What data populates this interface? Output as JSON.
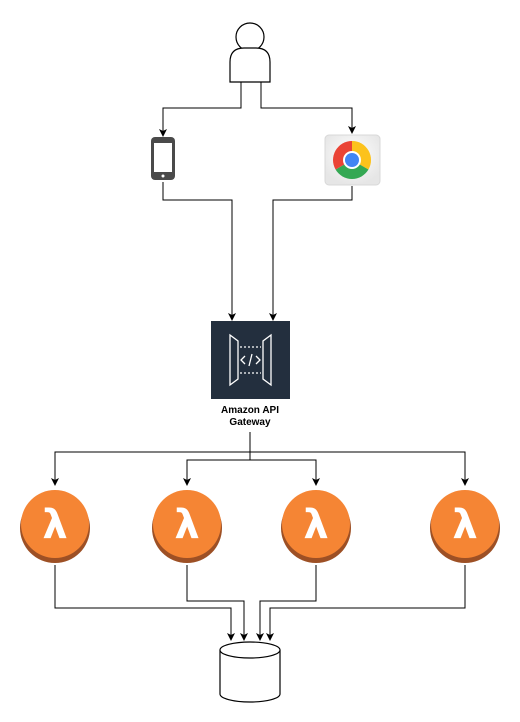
{
  "nodes": {
    "user": {
      "icon": "user-icon"
    },
    "mobile": {
      "icon": "mobile-phone-icon"
    },
    "browser": {
      "icon": "chrome-browser-icon"
    },
    "api_gateway": {
      "icon": "api-gateway-icon",
      "label_line1": "Amazon API",
      "label_line2": "Gateway"
    },
    "lambdas": [
      {
        "icon": "lambda-icon",
        "glyph": "λ"
      },
      {
        "icon": "lambda-icon",
        "glyph": "λ"
      },
      {
        "icon": "lambda-icon",
        "glyph": "λ"
      },
      {
        "icon": "lambda-icon",
        "glyph": "λ"
      }
    ],
    "database": {
      "icon": "database-icon"
    }
  },
  "colors": {
    "lambda_fill": "#F58534",
    "lambda_shadow": "#9D5025",
    "gateway_bg": "#232F3E",
    "line": "#000000"
  }
}
